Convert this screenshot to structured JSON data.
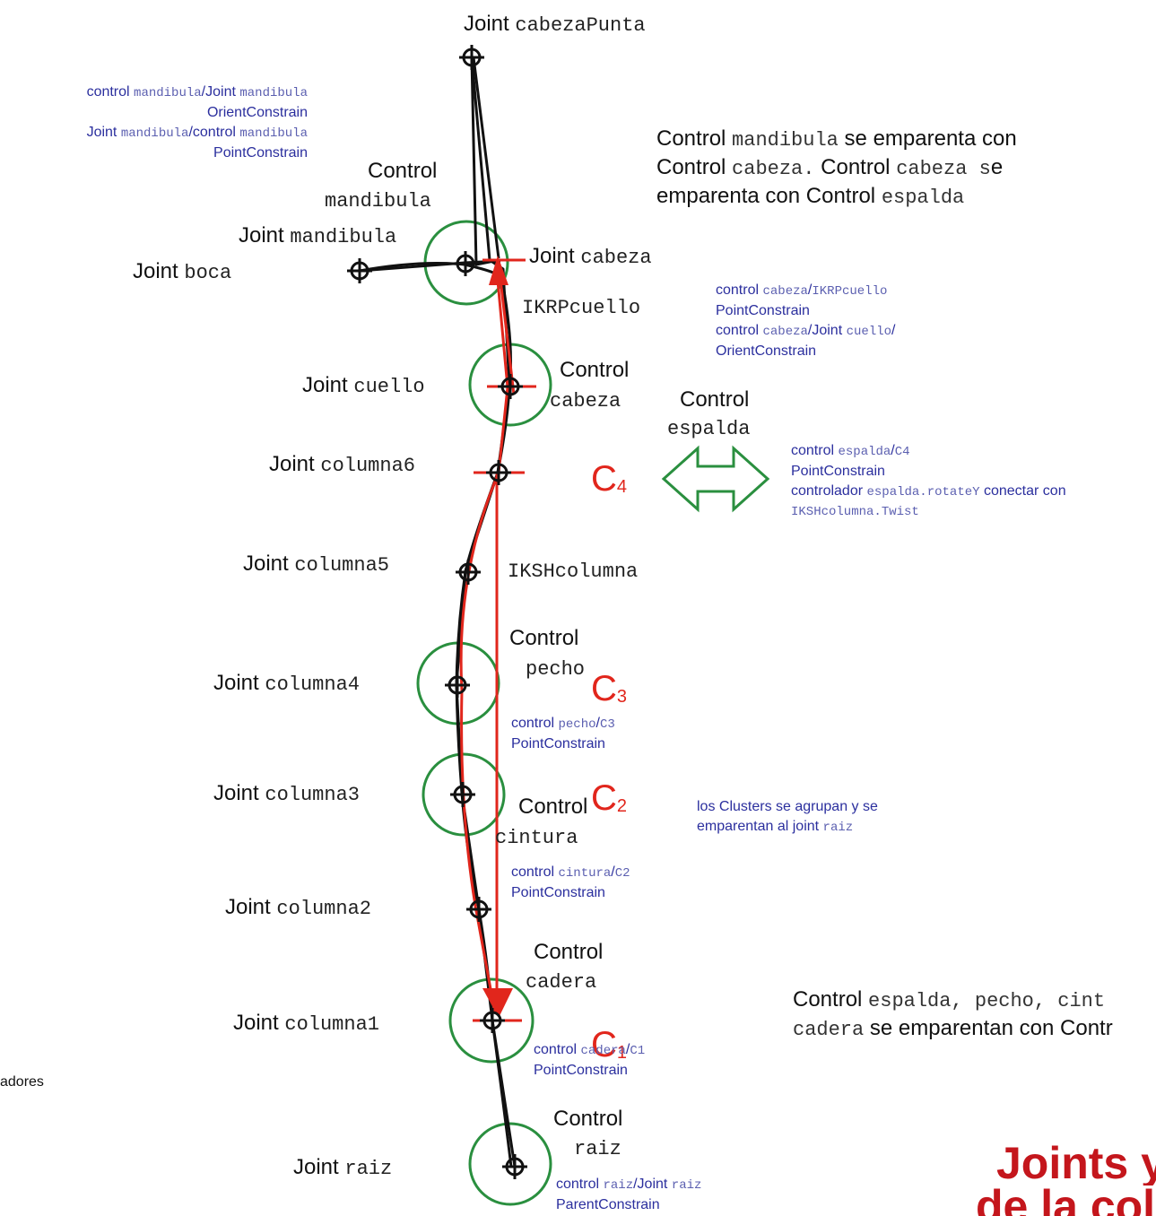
{
  "colors": {
    "joint": "#111111",
    "control_circle": "#2a8f3f",
    "ik_curve": "#e1261c",
    "note_text": "#2b2f9e",
    "cluster_label": "#e1261c",
    "title": "#c4161c"
  },
  "joints": {
    "cabezaPunta": {
      "word": "Joint",
      "name": "cabezaPunta"
    },
    "mandibula": {
      "word": "Joint",
      "name": "mandibula"
    },
    "boca": {
      "word": "Joint",
      "name": "boca"
    },
    "cabeza": {
      "word": "Joint",
      "name": "cabeza"
    },
    "cuello": {
      "word": "Joint",
      "name": "cuello"
    },
    "columna6": {
      "word": "Joint",
      "name": "columna6"
    },
    "columna5": {
      "word": "Joint",
      "name": "columna5"
    },
    "columna4": {
      "word": "Joint",
      "name": "columna4"
    },
    "columna3": {
      "word": "Joint",
      "name": "columna3"
    },
    "columna2": {
      "word": "Joint",
      "name": "columna2"
    },
    "columna1": {
      "word": "Joint",
      "name": "columna1"
    },
    "raiz": {
      "word": "Joint",
      "name": "raiz"
    }
  },
  "controls": {
    "mandibula": {
      "word": "Control",
      "name": "mandibula"
    },
    "cabeza": {
      "word": "Control",
      "name": "cabeza"
    },
    "espalda": {
      "word": "Control",
      "name": "espalda"
    },
    "pecho": {
      "word": "Control",
      "name": "pecho"
    },
    "cintura": {
      "word": "Control",
      "name": "cintura"
    },
    "cadera": {
      "word": "Control",
      "name": "cadera"
    },
    "raiz": {
      "word": "Control",
      "name": "raiz"
    }
  },
  "ik_handles": {
    "rp": "IKRPcuello",
    "spline": "IKSHcolumna"
  },
  "clusters": [
    {
      "letter": "C",
      "index": "4"
    },
    {
      "letter": "C",
      "index": "3"
    },
    {
      "letter": "C",
      "index": "2"
    },
    {
      "letter": "C",
      "index": "1"
    }
  ],
  "notes": {
    "mandibula": {
      "l1_a": "control",
      "l1_b": "mandibula",
      "l1_c": "/Joint",
      "l1_d": "mandibula",
      "l2": "OrientConstrain",
      "l3_a": "Joint",
      "l3_b": "mandibula",
      "l3_c": "/control",
      "l3_d": "mandibula",
      "l4": "PointConstrain"
    },
    "cabeza": {
      "l1_a": "control",
      "l1_b": "cabeza",
      "l1_c": "/",
      "l1_d": "IKRPcuello",
      "l2": "PointConstrain",
      "l3_a": "control",
      "l3_b": "cabeza",
      "l3_c": "/Joint",
      "l3_d": "cuello",
      "l3_e": "/",
      "l4": "OrientConstrain"
    },
    "espalda": {
      "l1_a": "control",
      "l1_b": "espalda",
      "l1_c": "/",
      "l1_d": "C4",
      "l2": "PointConstrain",
      "l3_a": "controlador",
      "l3_b": "espalda.rotateY",
      "l3_c": "conectar con",
      "l4": "IKSHcolumna.Twist"
    },
    "pecho": {
      "a": "control",
      "b": "pecho",
      "c": "/",
      "d": "C3",
      "l2": "PointConstrain"
    },
    "cintura": {
      "a": "control",
      "b": "cintura",
      "c": "/",
      "d": "C2",
      "l2": "PointConstrain"
    },
    "cadera": {
      "a": "control",
      "b": "cadera",
      "c": "/",
      "d": "C1",
      "l2": "PointConstrain"
    },
    "raiz": {
      "a": "control",
      "b": "raiz",
      "c": "/Joint",
      "d": "raiz",
      "l2": "ParentConstrain"
    },
    "clusters": {
      "l1": "los Clusters se agrupan y se",
      "l2": "emparentan al joint",
      "l2_code": "raiz"
    }
  },
  "hierarchy_top": {
    "l1_a": "Control",
    "l1_b": "mandibula",
    "l1_c": "se emparenta con",
    "l2_a": "Control",
    "l2_b": "cabeza.",
    "l2_c": "Control",
    "l2_d": "cabeza s",
    "l2_e": "e",
    "l3_a": "emparenta con Control",
    "l3_b": "espalda"
  },
  "hierarchy_bottom": {
    "l1_a": "Control",
    "l1_b": "espalda, pecho, cint",
    "l2_a": "cadera",
    "l2_b": "se emparentan con Contr"
  },
  "left_cut": "adores",
  "title": {
    "l1": "Joints y c",
    "l2": "de la colum"
  }
}
